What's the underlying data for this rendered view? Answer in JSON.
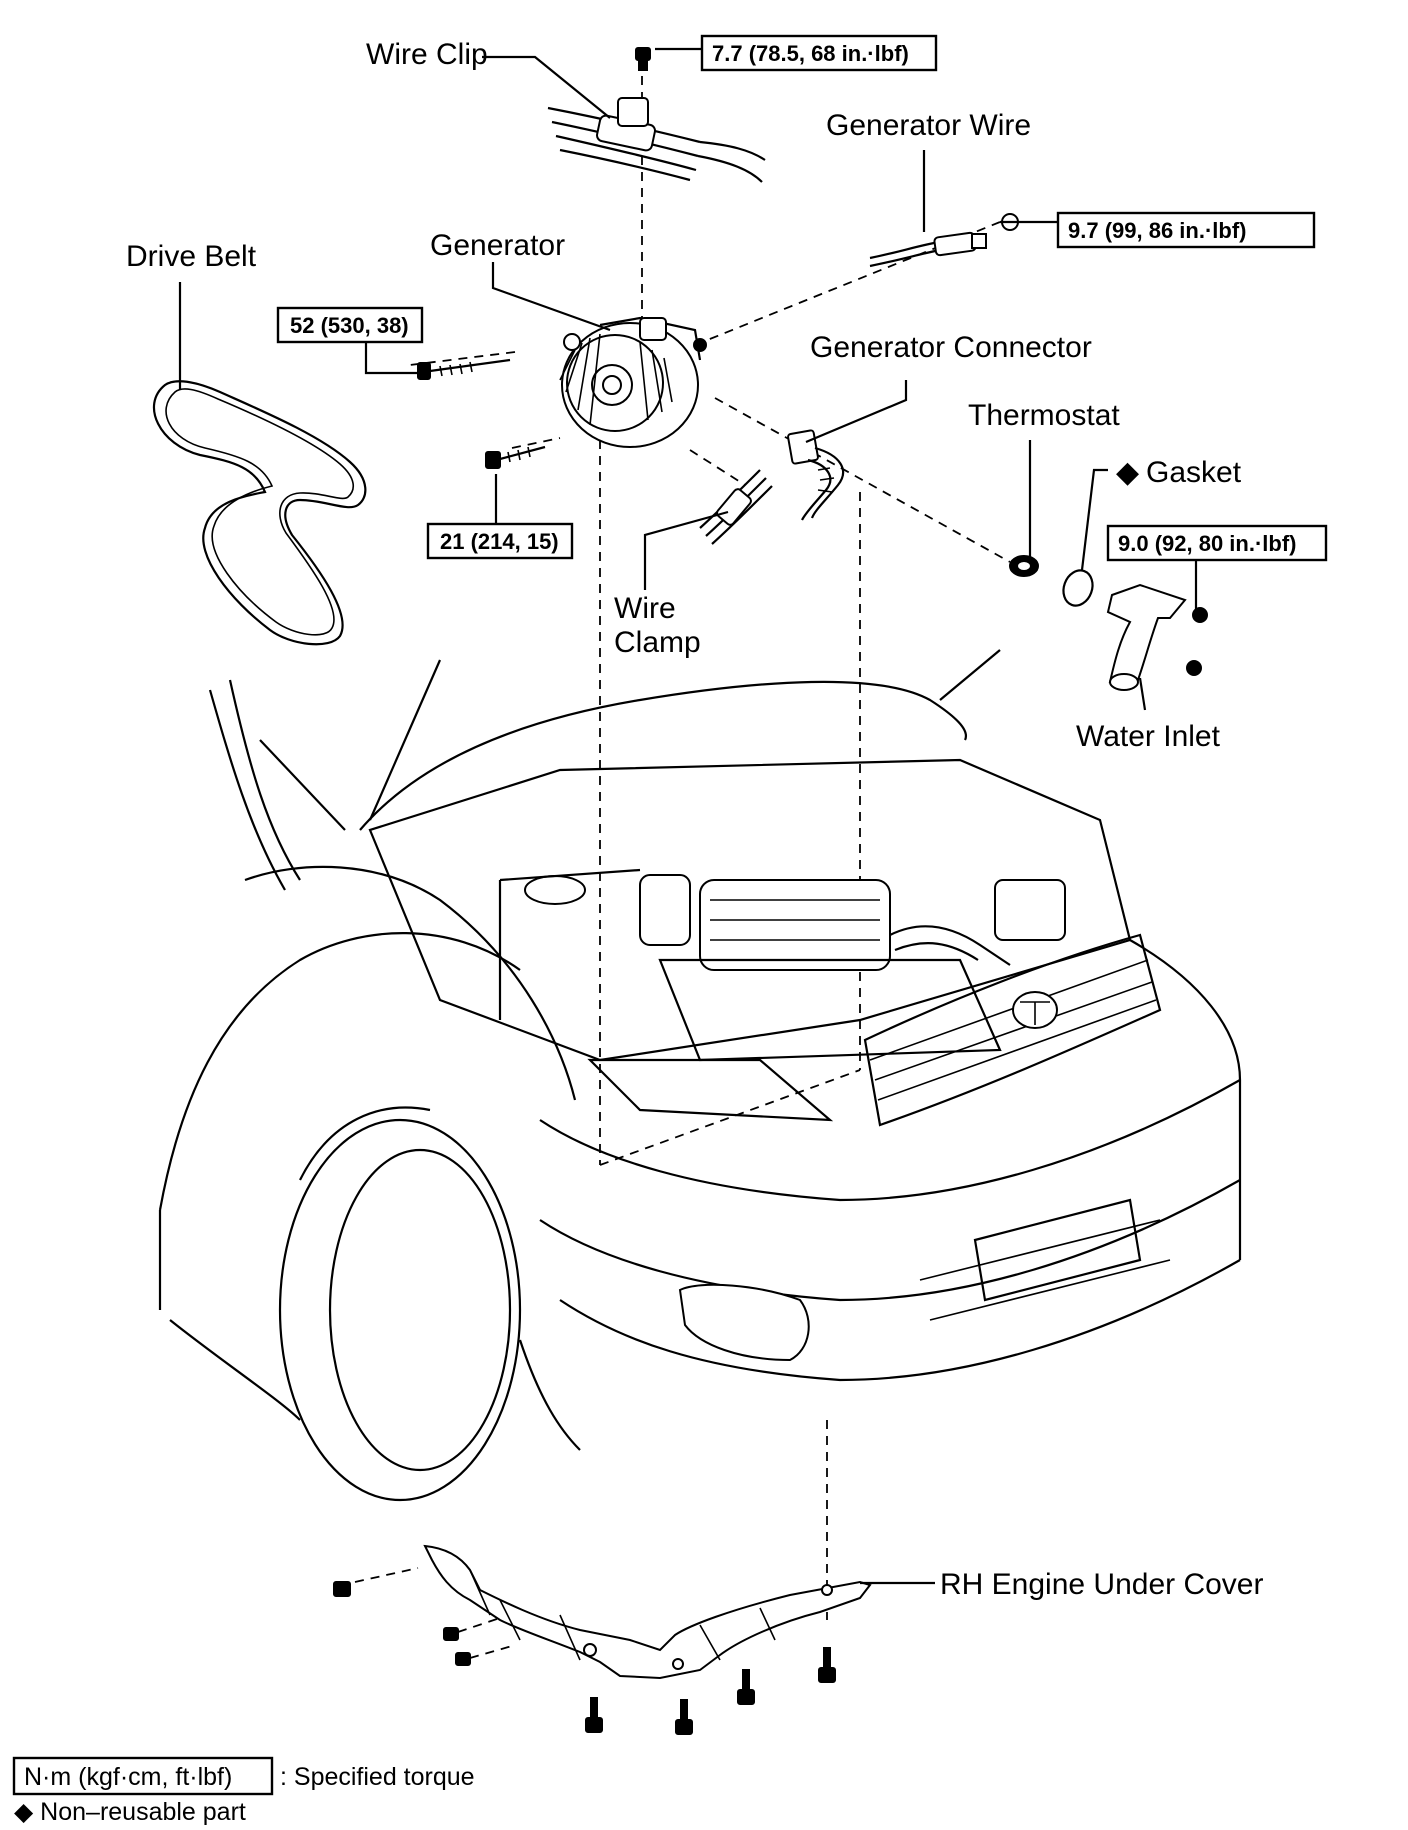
{
  "labels": {
    "wire_clip": "Wire Clip",
    "generator_wire": "Generator Wire",
    "drive_belt": "Drive Belt",
    "generator": "Generator",
    "generator_connector": "Generator Connector",
    "thermostat": "Thermostat",
    "gasket": "Gasket",
    "wire_clamp_line1": "Wire",
    "wire_clamp_line2": "Clamp",
    "water_inlet": "Water Inlet",
    "rh_engine_under_cover": "RH Engine Under Cover"
  },
  "torques": {
    "wire_clip": "7.7 (78.5, 68 in.·lbf)",
    "generator_wire": "9.7 (99, 86 in.·lbf)",
    "generator_bolt_upper": "52 (530, 38)",
    "generator_bolt_lower": "21 (214, 15)",
    "water_inlet": "9.0 (92, 80 in.·lbf)"
  },
  "legend": {
    "torque_unit": "N·m (kgf·cm, ft·lbf)",
    "torque_desc": ": Specified torque",
    "nonreusable": "◆ Non–reusable part"
  },
  "symbols": {
    "diamond": "◆"
  },
  "icons": [
    "bolt-icon",
    "nut-icon",
    "diamond-icon"
  ]
}
